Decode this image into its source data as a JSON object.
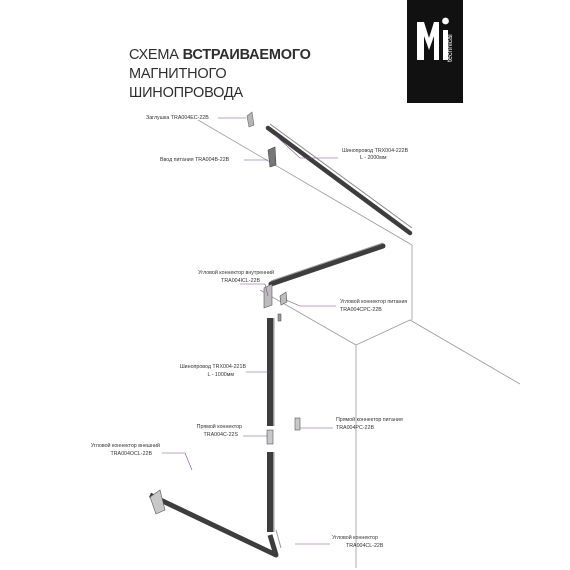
{
  "title": {
    "part1": "СХЕМА ",
    "part2": "ВСТРАИВАЕМОГО",
    "part3": " МАГНИТНОГО",
    "line2": "ШИНОПРОВОДА"
  },
  "logo": {
    "subtitle": "technical"
  },
  "labels": {
    "end_cap": "Заглушка TRA004EC-22B",
    "power_input": "Ввод питания TRA004B-22B",
    "track_long_name": "Шинопровод TRX004-222B",
    "track_long_len": "L - 2000мм",
    "inner_corner_1": "Угловой коннектор внутренний",
    "inner_corner_2": "TRA004ICL-22B",
    "power_connector_1": "Угловой коннектор питания",
    "power_connector_2": "TRA004CPC-22B",
    "track_short_name": "Шинопровод TRX004-221B",
    "track_short_len": "L - 1000мм",
    "straight_conn_1": "Прямой коннектор",
    "straight_conn_2": "TRA004C-22S",
    "straight_power_1": "Прямой коннектор питания",
    "straight_power_2": "TRA004PC-22B",
    "outer_corner_1": "Угловой коннектор внешний",
    "outer_corner_2": "TRA004OCL-22B",
    "corner_conn_1": "Угловой коннектор",
    "corner_conn_2": "TRA004CL-22B"
  },
  "colors": {
    "leader": "#7a4f8c",
    "track": "#3a3a3a",
    "wall": "#8f8f8f",
    "logo_bg": "#111111"
  }
}
